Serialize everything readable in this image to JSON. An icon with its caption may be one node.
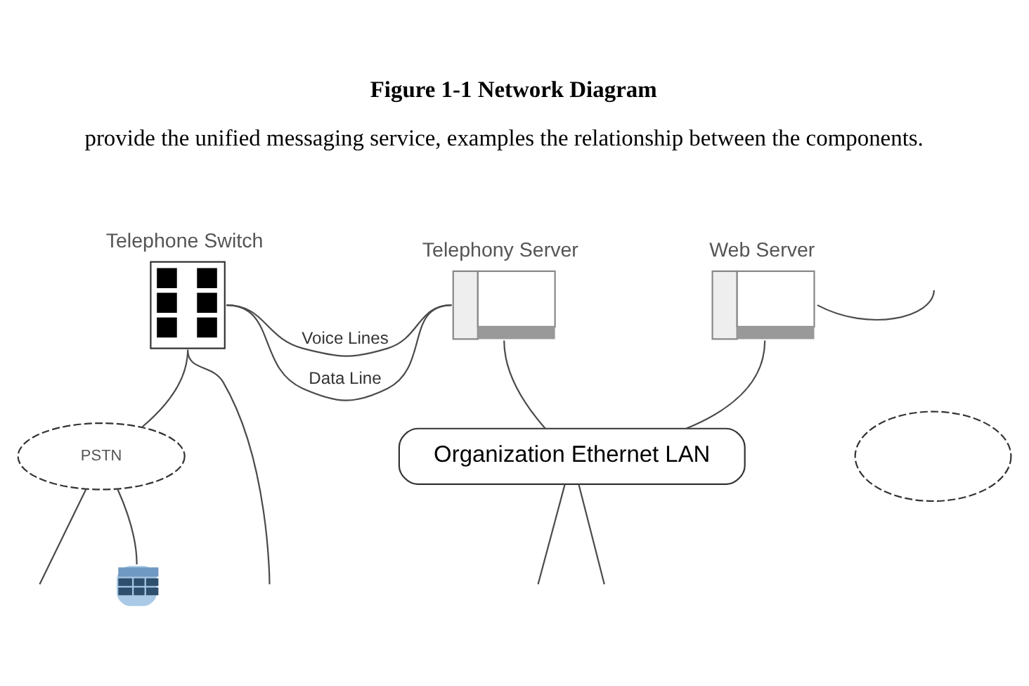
{
  "diagram": {
    "title": "Figure 1-1 Network Diagram",
    "nodes": [
      {
        "text": [
          "Telephone Switch"
        ]
      },
      {
        "text": [
          "Telephony Server"
        ]
      },
      {
        "text": [
          "Web Server"
        ]
      },
      {
        "text": [
          "PSTN"
        ]
      },
      {
        "text": [
          "Organization Ethernet LAN"
        ]
      },
      {
        "text": [],
        "shape": "picture"
      },
      {
        "text": [],
        "shape": "cloud"
      }
    ],
    "edges": [
      {
        "from": 0,
        "to": 1,
        "arrow": "none",
        "label": "Voice Lines"
      },
      {
        "from": 0,
        "to": 1,
        "arrow": "none",
        "label": "Data Line"
      },
      {
        "from": 0,
        "to": 3,
        "arrow": "none"
      },
      {
        "from": 0,
        "to": null,
        "arrow": "none"
      },
      {
        "from": 1,
        "to": 4,
        "arrow": "none"
      },
      {
        "from": 2,
        "to": 4,
        "arrow": "none"
      },
      {
        "from": 2,
        "to": null,
        "arrow": "none"
      },
      {
        "from": 3,
        "to": null,
        "arrow": "none"
      },
      {
        "from": 3,
        "to": 5,
        "arrow": "none"
      },
      {
        "from": 4,
        "to": null,
        "arrow": "none"
      },
      {
        "from": 4,
        "to": null,
        "arrow": "none"
      }
    ],
    "labels": [
      "provide the unified messaging service, examples the relationship between the components."
    ]
  }
}
